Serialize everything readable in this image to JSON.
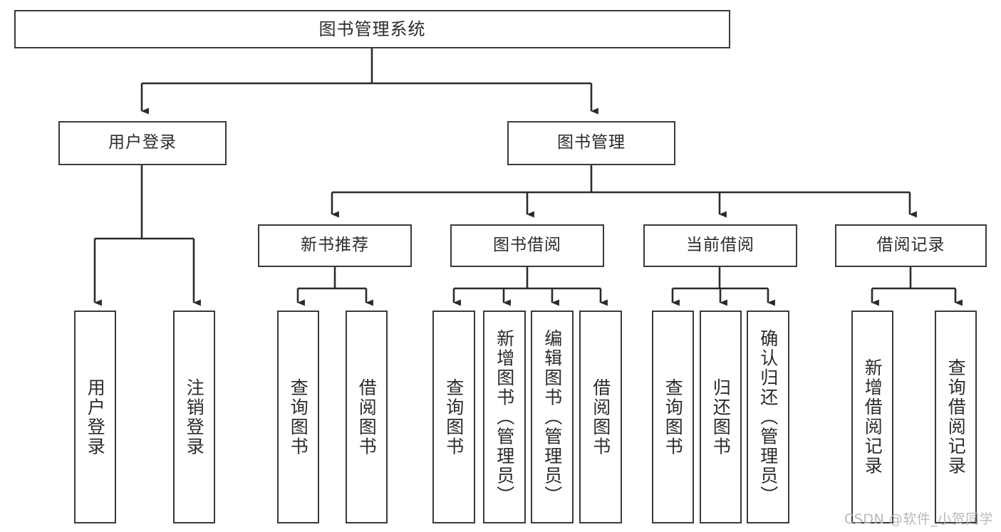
{
  "diagram": {
    "title": "图书管理系统",
    "watermark": "CSDN @软件_小贺同学",
    "type": "hierarchy-tree",
    "levels": 4,
    "colors": {
      "box_border": "#3a3a3a",
      "box_fill": "#ffffff",
      "connector": "#2b2b2b",
      "text": "#2b2b2b",
      "watermark": "#b9b9b9"
    },
    "root": {
      "label": "图书管理系统"
    },
    "level2": [
      {
        "label": "用户登录"
      },
      {
        "label": "图书管理"
      }
    ],
    "level3": [
      {
        "label": "新书推荐"
      },
      {
        "label": "图书借阅"
      },
      {
        "label": "当前借阅"
      },
      {
        "label": "借阅记录"
      }
    ],
    "leaves": {
      "user_login": [
        {
          "label": "用户登录"
        },
        {
          "label": "注销登录"
        }
      ],
      "new_book_recommend": [
        {
          "label": "查询图书"
        },
        {
          "label": "借阅图书"
        }
      ],
      "book_borrow": [
        {
          "label": "查询图书"
        },
        {
          "label": "新增图书（管理员）"
        },
        {
          "label": "编辑图书（管理员）"
        },
        {
          "label": "借阅图书"
        }
      ],
      "current_borrow": [
        {
          "label": "查询图书"
        },
        {
          "label": "归还图书"
        },
        {
          "label": "确认归还（管理员）"
        }
      ],
      "borrow_record": [
        {
          "label": "新增借阅记录"
        },
        {
          "label": "查询借阅记录"
        }
      ]
    }
  }
}
